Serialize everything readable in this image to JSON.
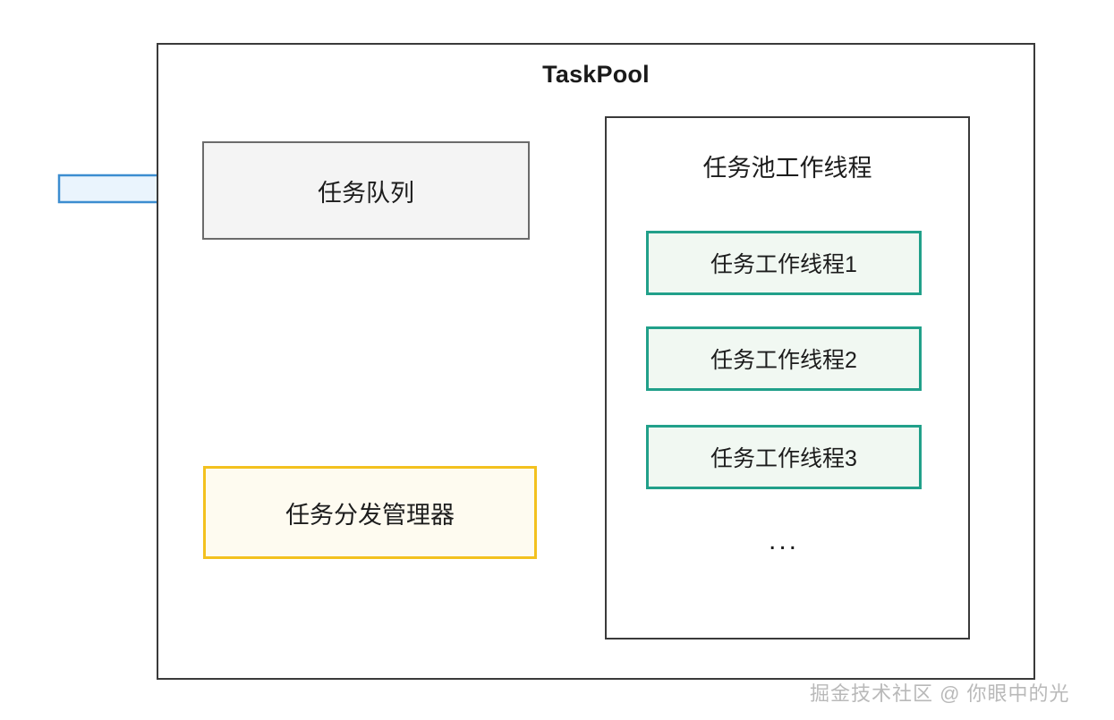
{
  "diagram": {
    "title": "TaskPool",
    "container_border_color": "#3a3a3a",
    "task_queue": {
      "label": "任务队列",
      "border_color": "#6b6b6b",
      "fill_color": "#f4f4f4"
    },
    "dispatcher": {
      "label": "任务分发管理器",
      "border_color": "#f3c11f",
      "fill_color": "#fefbf0"
    },
    "worker_panel": {
      "title": "任务池工作线程",
      "ellipsis": "...",
      "border_color": "#3a3a3a",
      "workers": [
        {
          "label": "任务工作线程1"
        },
        {
          "label": "任务工作线程2"
        },
        {
          "label": "任务工作线程3"
        }
      ],
      "worker_border_color": "#21a08a",
      "worker_fill_color": "#f1f8f2"
    },
    "arrows": {
      "input_arrow_color": "#3c8dd0",
      "input_arrow_fill": "#eaf4fd",
      "queue_to_dispatcher_color": "#3c8dd0",
      "queue_to_dispatcher_fill": "#eaf4fd",
      "dispatch_curve_color": "#2b2b2b"
    }
  },
  "watermark": {
    "text": "掘金技术社区 @ 你眼中的光"
  }
}
